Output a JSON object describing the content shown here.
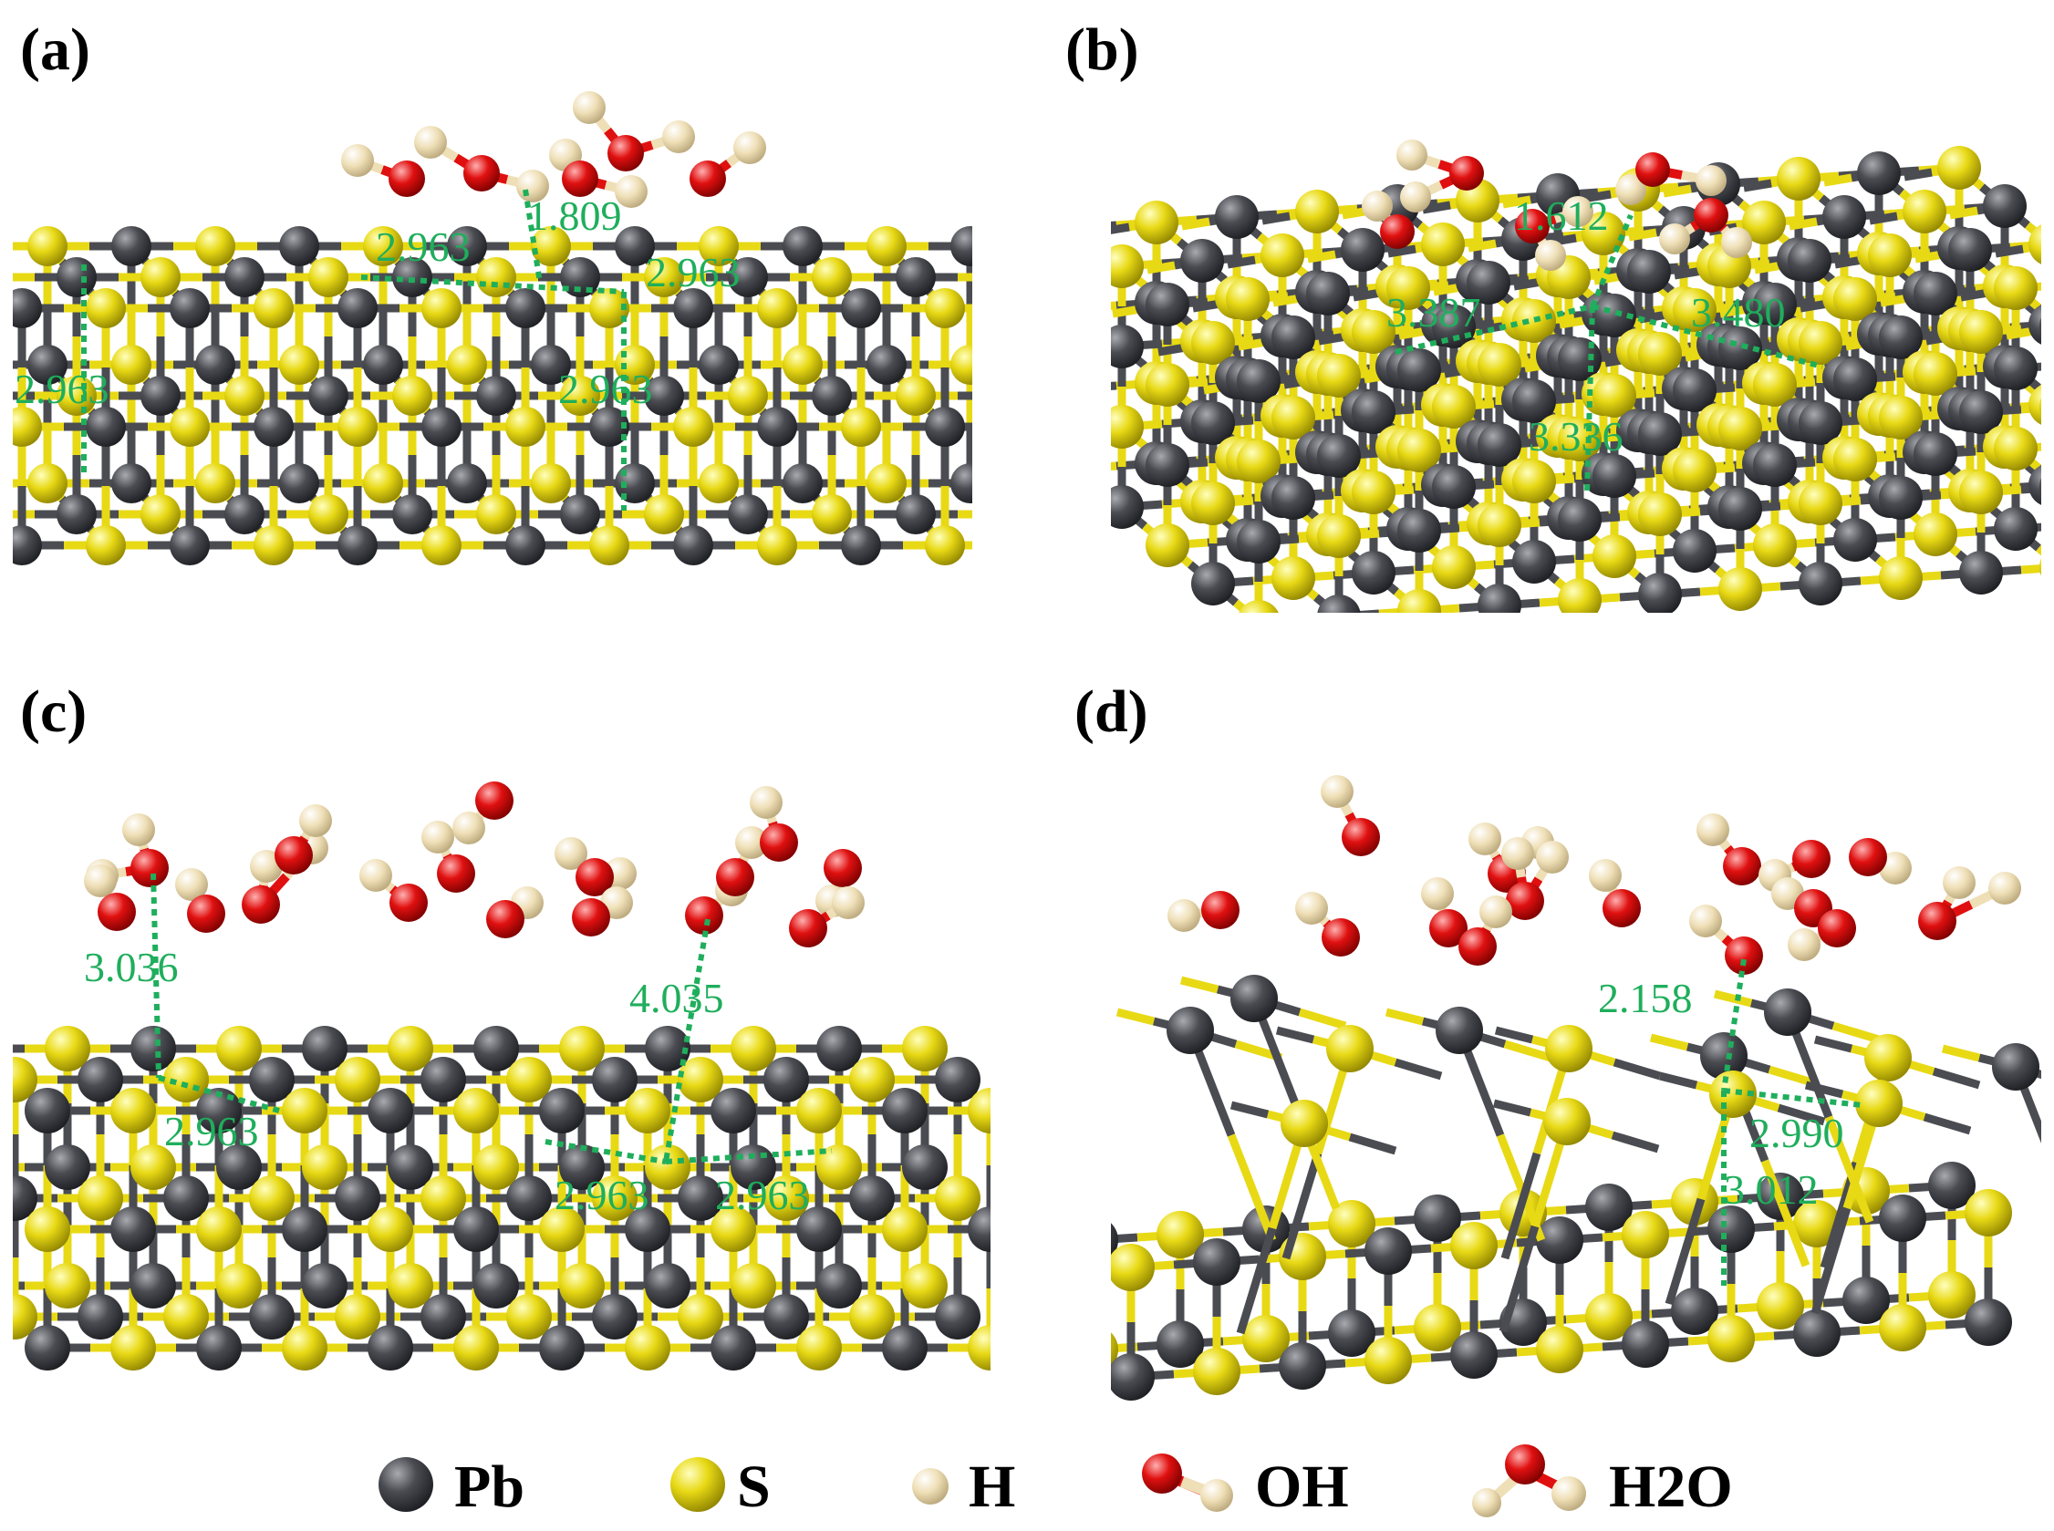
{
  "panels": [
    {
      "label": "(a)",
      "distances": [
        "2.963",
        "1.809",
        "2.963",
        "2.963",
        "2.963"
      ]
    },
    {
      "label": "(b)",
      "distances": [
        "1.612",
        "3.387",
        "3.480",
        "3.336"
      ]
    },
    {
      "label": "(c)",
      "distances": [
        "3.036",
        "4.035",
        "2.963",
        "2.963",
        "2.963"
      ]
    },
    {
      "label": "(d)",
      "distances": [
        "2.158",
        "2.990",
        "3.012"
      ]
    }
  ],
  "legend": [
    {
      "label": "Pb",
      "icon": "pb-atom-icon"
    },
    {
      "label": "S",
      "icon": "s-atom-icon"
    },
    {
      "label": "H",
      "icon": "h-atom-icon"
    },
    {
      "label": "OH",
      "icon": "hydroxyl-molecule-icon"
    },
    {
      "label": "H2O",
      "icon": "water-molecule-icon"
    }
  ],
  "colors": {
    "pb": "#4a4c52",
    "s": "#e8d915",
    "h": "#efdfb6",
    "o": "#e01010",
    "measure": "#1fae5c"
  }
}
